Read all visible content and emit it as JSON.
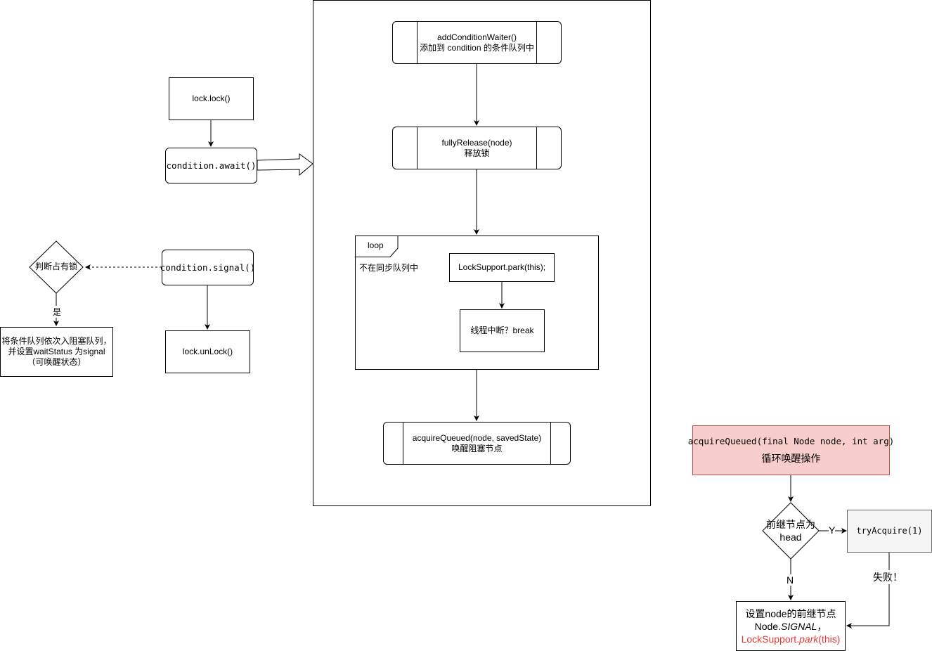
{
  "left": {
    "lock": "lock.lock()",
    "await": "condition.await()",
    "signal": "condition.signal()",
    "unlock": "lock.unLock()",
    "decision": "判断占有锁",
    "yes_label": "是",
    "transfer": [
      "将条件队列依次入阻塞队列，",
      "并设置waitStatus 为signal",
      "（可唤醒状态）"
    ]
  },
  "await_detail": {
    "add_waiter": [
      "addConditionWaiter()",
      "添加到 condition 的条件队列中"
    ],
    "fully_release": [
      "fullyRelease(node)",
      "释放锁"
    ],
    "loop_tag": "loop",
    "loop_condition": "不在同步队列中",
    "park": "LockSupport.park(this);",
    "interrupted": "线程中断？break",
    "acquire_queued": [
      "acquireQueued(node, savedState)",
      "唤醒阻塞节点"
    ]
  },
  "acquire_flow": {
    "header_code": "acquireQueued(final Node node, int arg)",
    "header_desc": "循环唤醒操作",
    "decision": [
      "前继节点为",
      "head"
    ],
    "yes": "Y",
    "no": "N",
    "try_acquire": "tryAcquire(1)",
    "fail": "失败！",
    "result_line1": "设置node的前继节点",
    "result_line2_prefix": "Node.",
    "result_line2_italic": "SIGNAL",
    "result_line2_suffix": "，",
    "result_line3_prefix": "LockSupport.",
    "result_line3_italic": "park",
    "result_line3_suffix": "(this)"
  },
  "colors": {
    "header_fill": "#f8cecc",
    "header_stroke": "#b85450",
    "try_fill": "#f5f5f5",
    "try_stroke": "#666666",
    "red_text": "#e53935"
  }
}
